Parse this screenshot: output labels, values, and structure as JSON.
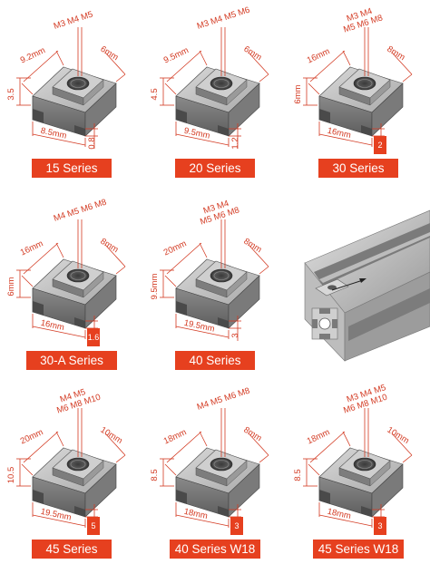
{
  "colors": {
    "accent": "#e6401f",
    "dimension": "#d33a22",
    "metal_light": "#c8c8c8",
    "metal_dark": "#6e6e6e"
  },
  "items": [
    {
      "series": "15 Series",
      "threads": [
        "M3 M4 M5"
      ],
      "length": "9.2mm",
      "width": "6mm",
      "height": "3.5",
      "depth": "8.5mm",
      "extra": "0.8",
      "extra_badge": false
    },
    {
      "series": "20 Series",
      "threads": [
        "M3 M4 M5 M6"
      ],
      "length": "9.5mm",
      "width": "6mm",
      "height": "4.5",
      "depth": "9.5mm",
      "extra": "1.2",
      "extra_badge": false
    },
    {
      "series": "30 Series",
      "threads": [
        "M3 M4",
        "M5 M6 M8"
      ],
      "length": "16mm",
      "width": "8mm",
      "height": "6mm",
      "depth": "16mm",
      "extra": "2",
      "extra_badge": true
    },
    {
      "series": "30-A Series",
      "threads": [
        "M4 M5 M6 M8"
      ],
      "length": "16mm",
      "width": "8mm",
      "height": "6mm",
      "depth": "16mm",
      "extra": "1.6",
      "extra_badge": true
    },
    {
      "series": "40 Series",
      "threads": [
        "M3 M4",
        "M5 M6 M8"
      ],
      "length": "20mm",
      "width": "8mm",
      "height": "9.5mm",
      "depth": "19.5mm",
      "extra": "3",
      "extra_badge": false
    },
    {
      "series": "",
      "threads": [],
      "length": "",
      "width": "",
      "height": "",
      "depth": "",
      "extra": "",
      "extra_badge": false
    },
    {
      "series": "45 Series",
      "threads": [
        "M4 M5",
        "M6 M8 M10"
      ],
      "length": "20mm",
      "width": "10mm",
      "height": "10.5",
      "depth": "19.5mm",
      "extra": "5",
      "extra_badge": true
    },
    {
      "series": "40 Series W18",
      "threads": [
        "M4 M5 M6 M8"
      ],
      "length": "18mm",
      "width": "8mm",
      "height": "8.5",
      "depth": "18mm",
      "extra": "3",
      "extra_badge": true
    },
    {
      "series": "45 Series W18",
      "threads": [
        "M3 M4 M5",
        "M6 M8 M10"
      ],
      "length": "18mm",
      "width": "10mm",
      "height": "8.5",
      "depth": "18mm",
      "extra": "3",
      "extra_badge": true
    }
  ]
}
